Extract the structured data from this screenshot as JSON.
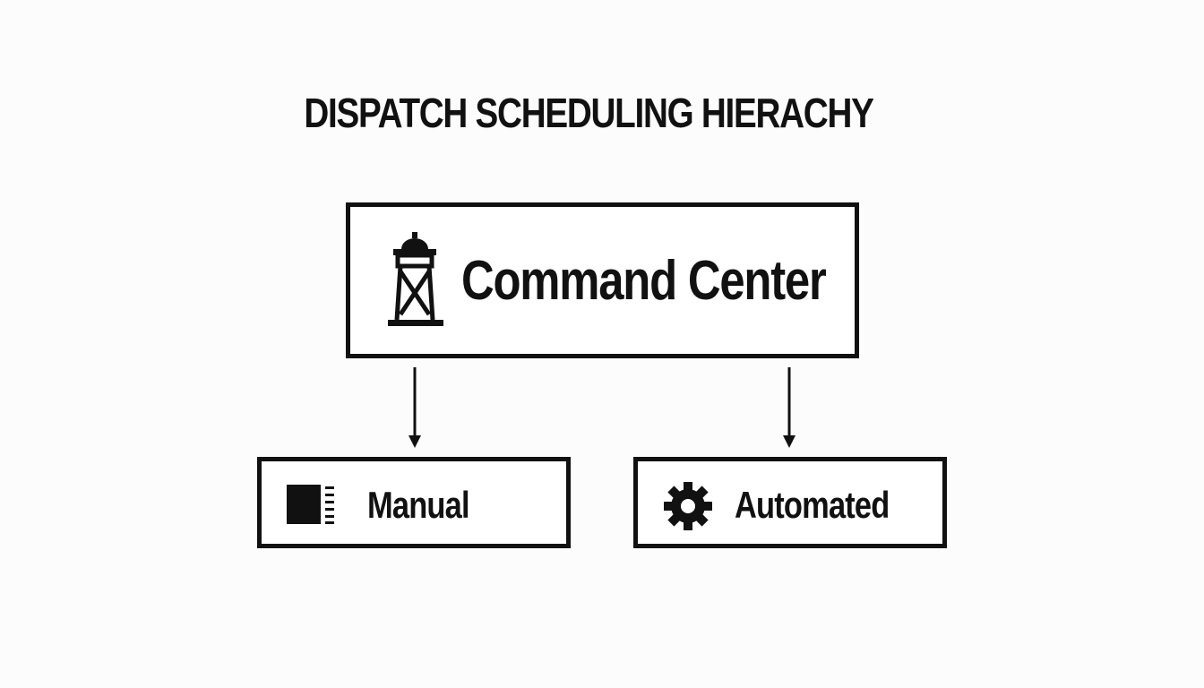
{
  "diagram": {
    "title": "DISPATCH SCHEDULING HIERACHY",
    "root": {
      "label": "Command Center",
      "icon": "watchtower-icon"
    },
    "children": [
      {
        "label": "Manual",
        "icon": "manual-panel-icon"
      },
      {
        "label": "Automated",
        "icon": "gear-icon"
      }
    ],
    "colors": {
      "stroke": "#111111",
      "background": "#fcfcfc"
    }
  }
}
